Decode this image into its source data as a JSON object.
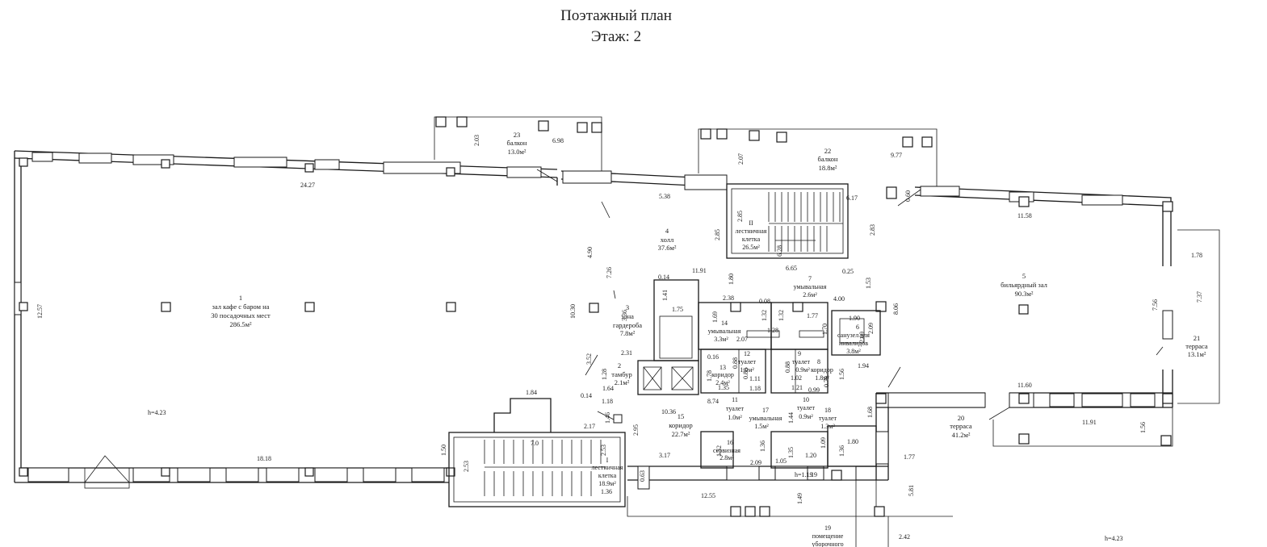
{
  "header": {
    "title": "Поэтажный план",
    "floor": "Этаж: 2"
  },
  "rooms": [
    {
      "id": "r1",
      "lines": [
        "1",
        "зал кафе с баром на",
        "30 посадочных мест",
        "286.5м²"
      ]
    },
    {
      "id": "r2",
      "lines": [
        "2",
        "тамбур",
        "2.1м²"
      ]
    },
    {
      "id": "r3",
      "lines": [
        "3",
        "зона",
        "гардероба",
        "7.8м²"
      ]
    },
    {
      "id": "r4",
      "lines": [
        "4",
        "холл",
        "37.6м²"
      ]
    },
    {
      "id": "r5",
      "lines": [
        "5",
        "бильярдный зал",
        "90.3м²"
      ]
    },
    {
      "id": "r6",
      "lines": [
        "6",
        "санузел для",
        "инвалидов",
        "3.8м²"
      ]
    },
    {
      "id": "r7",
      "lines": [
        "7",
        "умывальная",
        "2.6м²"
      ]
    },
    {
      "id": "r8",
      "lines": [
        "8",
        "коридор",
        "1.8м²"
      ]
    },
    {
      "id": "r9",
      "lines": [
        "9",
        "туалет",
        "0.9м²"
      ]
    },
    {
      "id": "r10",
      "lines": [
        "10",
        "туалет",
        "0.9м²"
      ]
    },
    {
      "id": "r11",
      "lines": [
        "11",
        "туалет",
        "1.0м²"
      ]
    },
    {
      "id": "r12",
      "lines": [
        "12",
        "туалет",
        "1.0м²"
      ]
    },
    {
      "id": "r13",
      "lines": [
        "13",
        "коридор",
        "2.4м²"
      ]
    },
    {
      "id": "r14",
      "lines": [
        "14",
        "умывальная",
        "3.3м²"
      ]
    },
    {
      "id": "r15",
      "lines": [
        "15",
        "коридор",
        "22.7м²"
      ]
    },
    {
      "id": "r16",
      "lines": [
        "16",
        "сервизная",
        "2.8м²"
      ]
    },
    {
      "id": "r17",
      "lines": [
        "17",
        "умывальная",
        "1.5м²"
      ]
    },
    {
      "id": "r18",
      "lines": [
        "18",
        "туалет",
        "1.3м²"
      ]
    },
    {
      "id": "r19",
      "lines": [
        "19",
        "помещение",
        "уборочного"
      ]
    },
    {
      "id": "r20",
      "lines": [
        "20",
        "терраса",
        "41.2м²"
      ]
    },
    {
      "id": "r21",
      "lines": [
        "21",
        "терраса",
        "13.1м²"
      ]
    },
    {
      "id": "r22",
      "lines": [
        "22",
        "балкон",
        "18.8м²"
      ]
    },
    {
      "id": "r23",
      "lines": [
        "23",
        "балкон",
        "13.0м²"
      ]
    },
    {
      "id": "sI",
      "lines": [
        "I",
        "лестничная",
        "клетка",
        "18.9м²"
      ]
    },
    {
      "id": "sII",
      "lines": [
        "II",
        "лестничная",
        "клетка",
        "26.5м²"
      ]
    }
  ],
  "dimensions": [
    "24.27",
    "12.57",
    "18.18",
    "1.50",
    "2.53",
    "1.84",
    "2.17",
    "7.0",
    "2.53",
    "2.95",
    "1.46",
    "1.18",
    "0.14",
    "3.52",
    "10.30",
    "4.90",
    "7.26",
    "3.36",
    "1.75",
    "1.41",
    "0.14",
    "2.31",
    "1.28",
    "1.64",
    "5.38",
    "11.91",
    "1.80",
    "10.36",
    "8.74",
    "3.17",
    "0.63",
    "1.36",
    "12.55",
    "1.49",
    "1.52",
    "1.36",
    "2.09",
    "1.05",
    "1.35",
    "1.20",
    "1.09",
    "1.36",
    "1.80",
    "1.44",
    "1.68",
    "1.77",
    "5.81",
    "2.42",
    "2.85",
    "2.85",
    "6.17",
    "2.83",
    "6.65",
    "6.28",
    "0.25",
    "1.53",
    "8.06",
    "2.07",
    "9.77",
    "2.03",
    "6.98",
    "0.60",
    "11.58",
    "1.78",
    "7.37",
    "7.56",
    "11.60",
    "11.91",
    "1.56",
    "4.00",
    "1.90",
    "2.09",
    "1.94",
    "1.56",
    "1.77",
    "1.32",
    "1.70",
    "2.38",
    "0.08",
    "1.32",
    "1.28",
    "1.69",
    "2.07",
    "0.16",
    "1.78",
    "1.11",
    "1.35",
    "1.18",
    "0.88",
    "0.88",
    "0.88",
    "1.02",
    "1.21",
    "0.99",
    "0.79",
    "1.19",
    "2.09"
  ],
  "heights": [
    "h=4.23",
    "h=4.23",
    "h=1.19"
  ]
}
